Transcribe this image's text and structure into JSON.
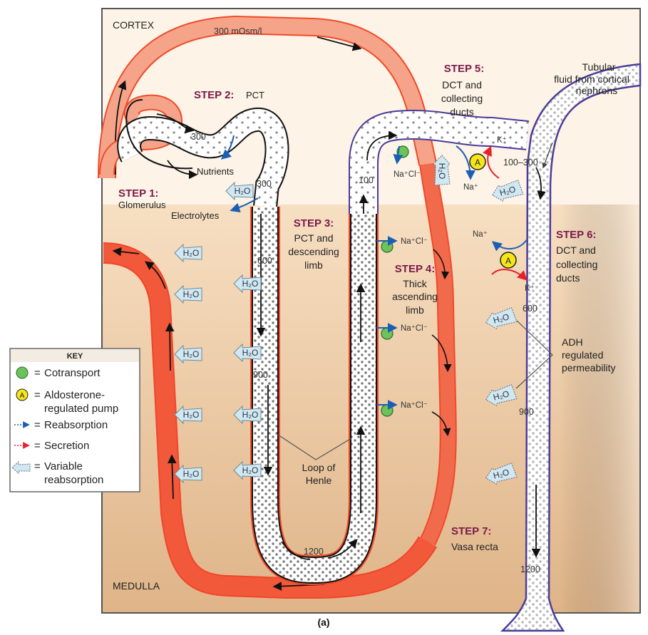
{
  "figure_label": "(a)",
  "zones": {
    "cortex": "CORTEX",
    "medulla": "MEDULLA"
  },
  "colors": {
    "cortex_bg": "#fdf3e6",
    "medulla_bg_top": "#f6dcbc",
    "medulla_bg_bottom": "#e0b58a",
    "vessel_light": "#f39a80",
    "vessel_dark": "#f2583a",
    "vessel_border": "#f04a2a",
    "collecting_duct_border": "#4a3a9a",
    "tubule_border": "#111111",
    "step_label": "#7a1a4a",
    "cotransport": "#6cc35a",
    "aldosterone_pump": "#f5e61a",
    "reabsorption_arrow": "#1a5fb4",
    "secretion_arrow": "#e8202a",
    "variable_reabsorption": "#cfe8f2"
  },
  "steps": [
    {
      "id": "step1",
      "title": "STEP 1:",
      "desc": [
        "Glomerulus"
      ]
    },
    {
      "id": "step2",
      "title": "STEP 2:",
      "desc": [
        "PCT"
      ]
    },
    {
      "id": "step3",
      "title": "STEP 3:",
      "desc": [
        "PCT and",
        "descending",
        "limb"
      ]
    },
    {
      "id": "step4",
      "title": "STEP 4:",
      "desc": [
        "Thick",
        "ascending",
        "limb"
      ]
    },
    {
      "id": "step5",
      "title": "STEP 5:",
      "desc": [
        "DCT and",
        "collecting",
        "ducts"
      ]
    },
    {
      "id": "step6",
      "title": "STEP 6:",
      "desc": [
        "DCT and",
        "collecting",
        "ducts"
      ]
    },
    {
      "id": "step7",
      "title": "STEP 7:",
      "desc": [
        "Vasa recta"
      ]
    }
  ],
  "labels": {
    "blood_osmolarity": "300 mOsm/l",
    "nutrients": "Nutrients",
    "electrolytes": "Electrolytes",
    "loop_of_henle": [
      "Loop of",
      "Henle"
    ],
    "tubular_fluid": [
      "Tubular",
      "fluid from cortical",
      "nephrons"
    ],
    "adh": [
      "ADH",
      "regulated",
      "permeability"
    ]
  },
  "osmolarity": {
    "pct_start": "300",
    "pct_end": "300",
    "descending_mid": "600",
    "descending_low": "900",
    "loop_bottom": "1200",
    "ascending_top": "100",
    "dct": "100–300",
    "collecting_mid": "600",
    "collecting_low": "900",
    "collecting_bottom": "1200"
  },
  "ions": {
    "nacl": "Na⁺Cl⁻",
    "na": "Na⁺",
    "k": "K⁺",
    "h2o": "H₂O",
    "pump_letter": "A"
  },
  "key": {
    "title": "KEY",
    "items": [
      {
        "symbol": "cotransport",
        "label": [
          "Cotransport"
        ]
      },
      {
        "symbol": "aldosterone-pump",
        "label": [
          "Aldosterone-",
          "regulated pump"
        ]
      },
      {
        "symbol": "reabsorption",
        "label": [
          "Reabsorption"
        ]
      },
      {
        "symbol": "secretion",
        "label": [
          "Secretion"
        ]
      },
      {
        "symbol": "variable-reabsorption",
        "label": [
          "Variable",
          "reabsorption"
        ]
      }
    ]
  }
}
